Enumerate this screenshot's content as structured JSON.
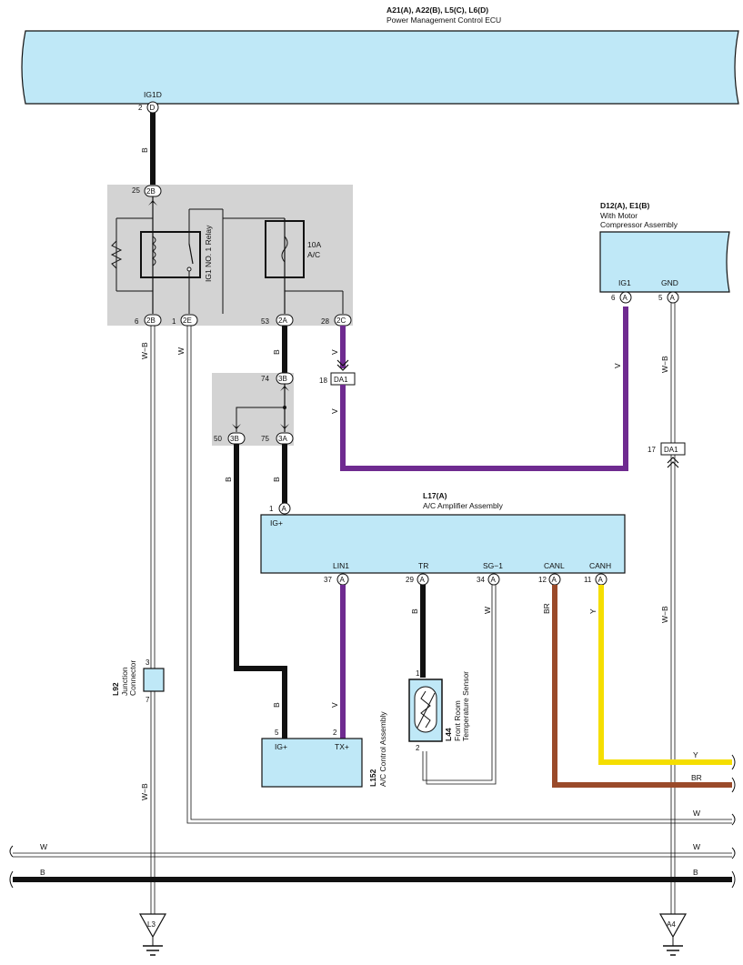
{
  "ecu": {
    "title": "A21(A), A22(B), L5(C), L6(D)",
    "name": "Power Management Control ECU",
    "terminal": "IG1D",
    "pin": "2",
    "conn": "D"
  },
  "relay_block": {
    "relay_name": "IG1 NO. 1 Relay",
    "fuse_amp": "10A",
    "fuse_name": "A/C",
    "pins": [
      {
        "num": "25",
        "conn": "2B"
      },
      {
        "num": "6",
        "conn": "2B"
      },
      {
        "num": "1",
        "conn": "2E"
      },
      {
        "num": "53",
        "conn": "2A"
      },
      {
        "num": "28",
        "conn": "2C"
      }
    ]
  },
  "jb2": {
    "pins": [
      {
        "num": "74",
        "conn": "3B"
      },
      {
        "num": "50",
        "conn": "3B"
      },
      {
        "num": "75",
        "conn": "3A"
      }
    ]
  },
  "da1_top": {
    "num": "18",
    "label": "DA1"
  },
  "da1_right": {
    "num": "17",
    "label": "DA1"
  },
  "compressor": {
    "title": "D12(A), E1(B)",
    "line1": "With Motor",
    "line2": "Compressor Assembly",
    "t1": "IG1",
    "t2": "GND",
    "p1": "6",
    "p2": "5",
    "conn": "A"
  },
  "amplifier": {
    "title": "L17(A)",
    "name": "A/C Amplifier Assembly",
    "ig": "IG+",
    "ig_pin": "1",
    "terms": [
      {
        "name": "LIN1",
        "pin": "37"
      },
      {
        "name": "TR",
        "pin": "29"
      },
      {
        "name": "SG−1",
        "pin": "34"
      },
      {
        "name": "CANL",
        "pin": "12"
      },
      {
        "name": "CANH",
        "pin": "11"
      }
    ],
    "conn": "A"
  },
  "junction": {
    "code": "L92",
    "line1": "Junction",
    "line2": "Connector",
    "pin_top": "3",
    "pin_bot": "7"
  },
  "control": {
    "code": "L152",
    "name": "A/C Control Assembly",
    "t1": "IG+",
    "t2": "TX+",
    "p1": "5",
    "p2": "2"
  },
  "sensor": {
    "code": "L44",
    "line1": "Front Room",
    "line2": "Temperature Sensor",
    "p1": "1",
    "p2": "2"
  },
  "wire_colors": {
    "B": "B",
    "WB": "W−B",
    "W": "W",
    "V": "V",
    "Y": "Y",
    "BR": "BR"
  },
  "grounds": {
    "left": "L3",
    "right": "A4"
  },
  "colors": {
    "box": "#bfe8f7",
    "block": "#d3d3d3",
    "black": "#111111",
    "purple": "#6f2b90",
    "yellow": "#f5de00",
    "brown": "#9a4a2a"
  }
}
